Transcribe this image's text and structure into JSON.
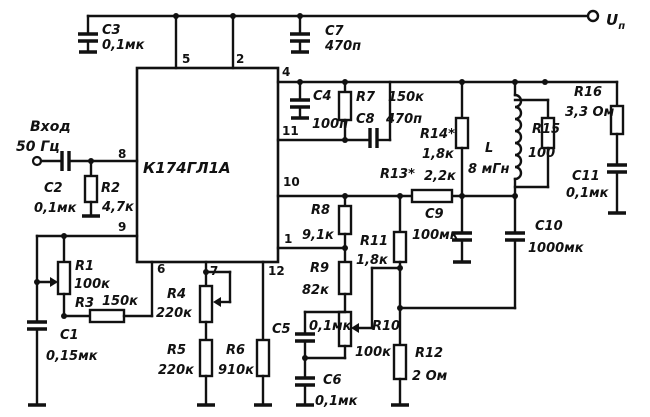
{
  "supply_label": "U",
  "supply_sub": "п",
  "ic_label": "К174ГЛ1А",
  "input_label": [
    "Вход",
    "50 Гц"
  ],
  "pins": [
    "5",
    "2",
    "4",
    "11",
    "8",
    "10",
    "9",
    "1",
    "6",
    "7",
    "12"
  ],
  "components": {
    "C3": [
      "C3",
      "0,1мк"
    ],
    "C7": [
      "C7",
      "470п"
    ],
    "C4": [
      "C4",
      "100п"
    ],
    "R7": [
      "R7",
      "150к"
    ],
    "C8": [
      "C8",
      "470п"
    ],
    "R14": [
      "R14*",
      "1,8к"
    ],
    "L": [
      "L",
      "8 мГн"
    ],
    "R15": [
      "R15",
      "100"
    ],
    "R16": [
      "R16",
      "3,3 Ом"
    ],
    "C11": [
      "C11",
      "0,1мк"
    ],
    "C2": [
      "C2",
      "0,1мк"
    ],
    "R2": [
      "R2",
      "4,7к"
    ],
    "R13": [
      "R13*",
      "2,2к"
    ],
    "C9": [
      "C9",
      "100мк"
    ],
    "C10": [
      "C10",
      "1000мк"
    ],
    "R8": [
      "R8",
      "9,1к"
    ],
    "R11": [
      "R11",
      "1,8к"
    ],
    "R9": [
      "R9",
      "82к"
    ],
    "R1": [
      "R1",
      "100к"
    ],
    "R3": [
      "R3",
      "150к"
    ],
    "R4": [
      "R4",
      "220к"
    ],
    "C5": [
      "C5",
      "0,1мк"
    ],
    "R10": [
      "R10",
      "100к"
    ],
    "C1": [
      "C1",
      "0,15мк"
    ],
    "R5": [
      "R5",
      "220к"
    ],
    "R6": [
      "R6",
      "910к"
    ],
    "R12": [
      "R12",
      "2 Ом"
    ],
    "C6": [
      "C6",
      "0,1мк"
    ]
  }
}
